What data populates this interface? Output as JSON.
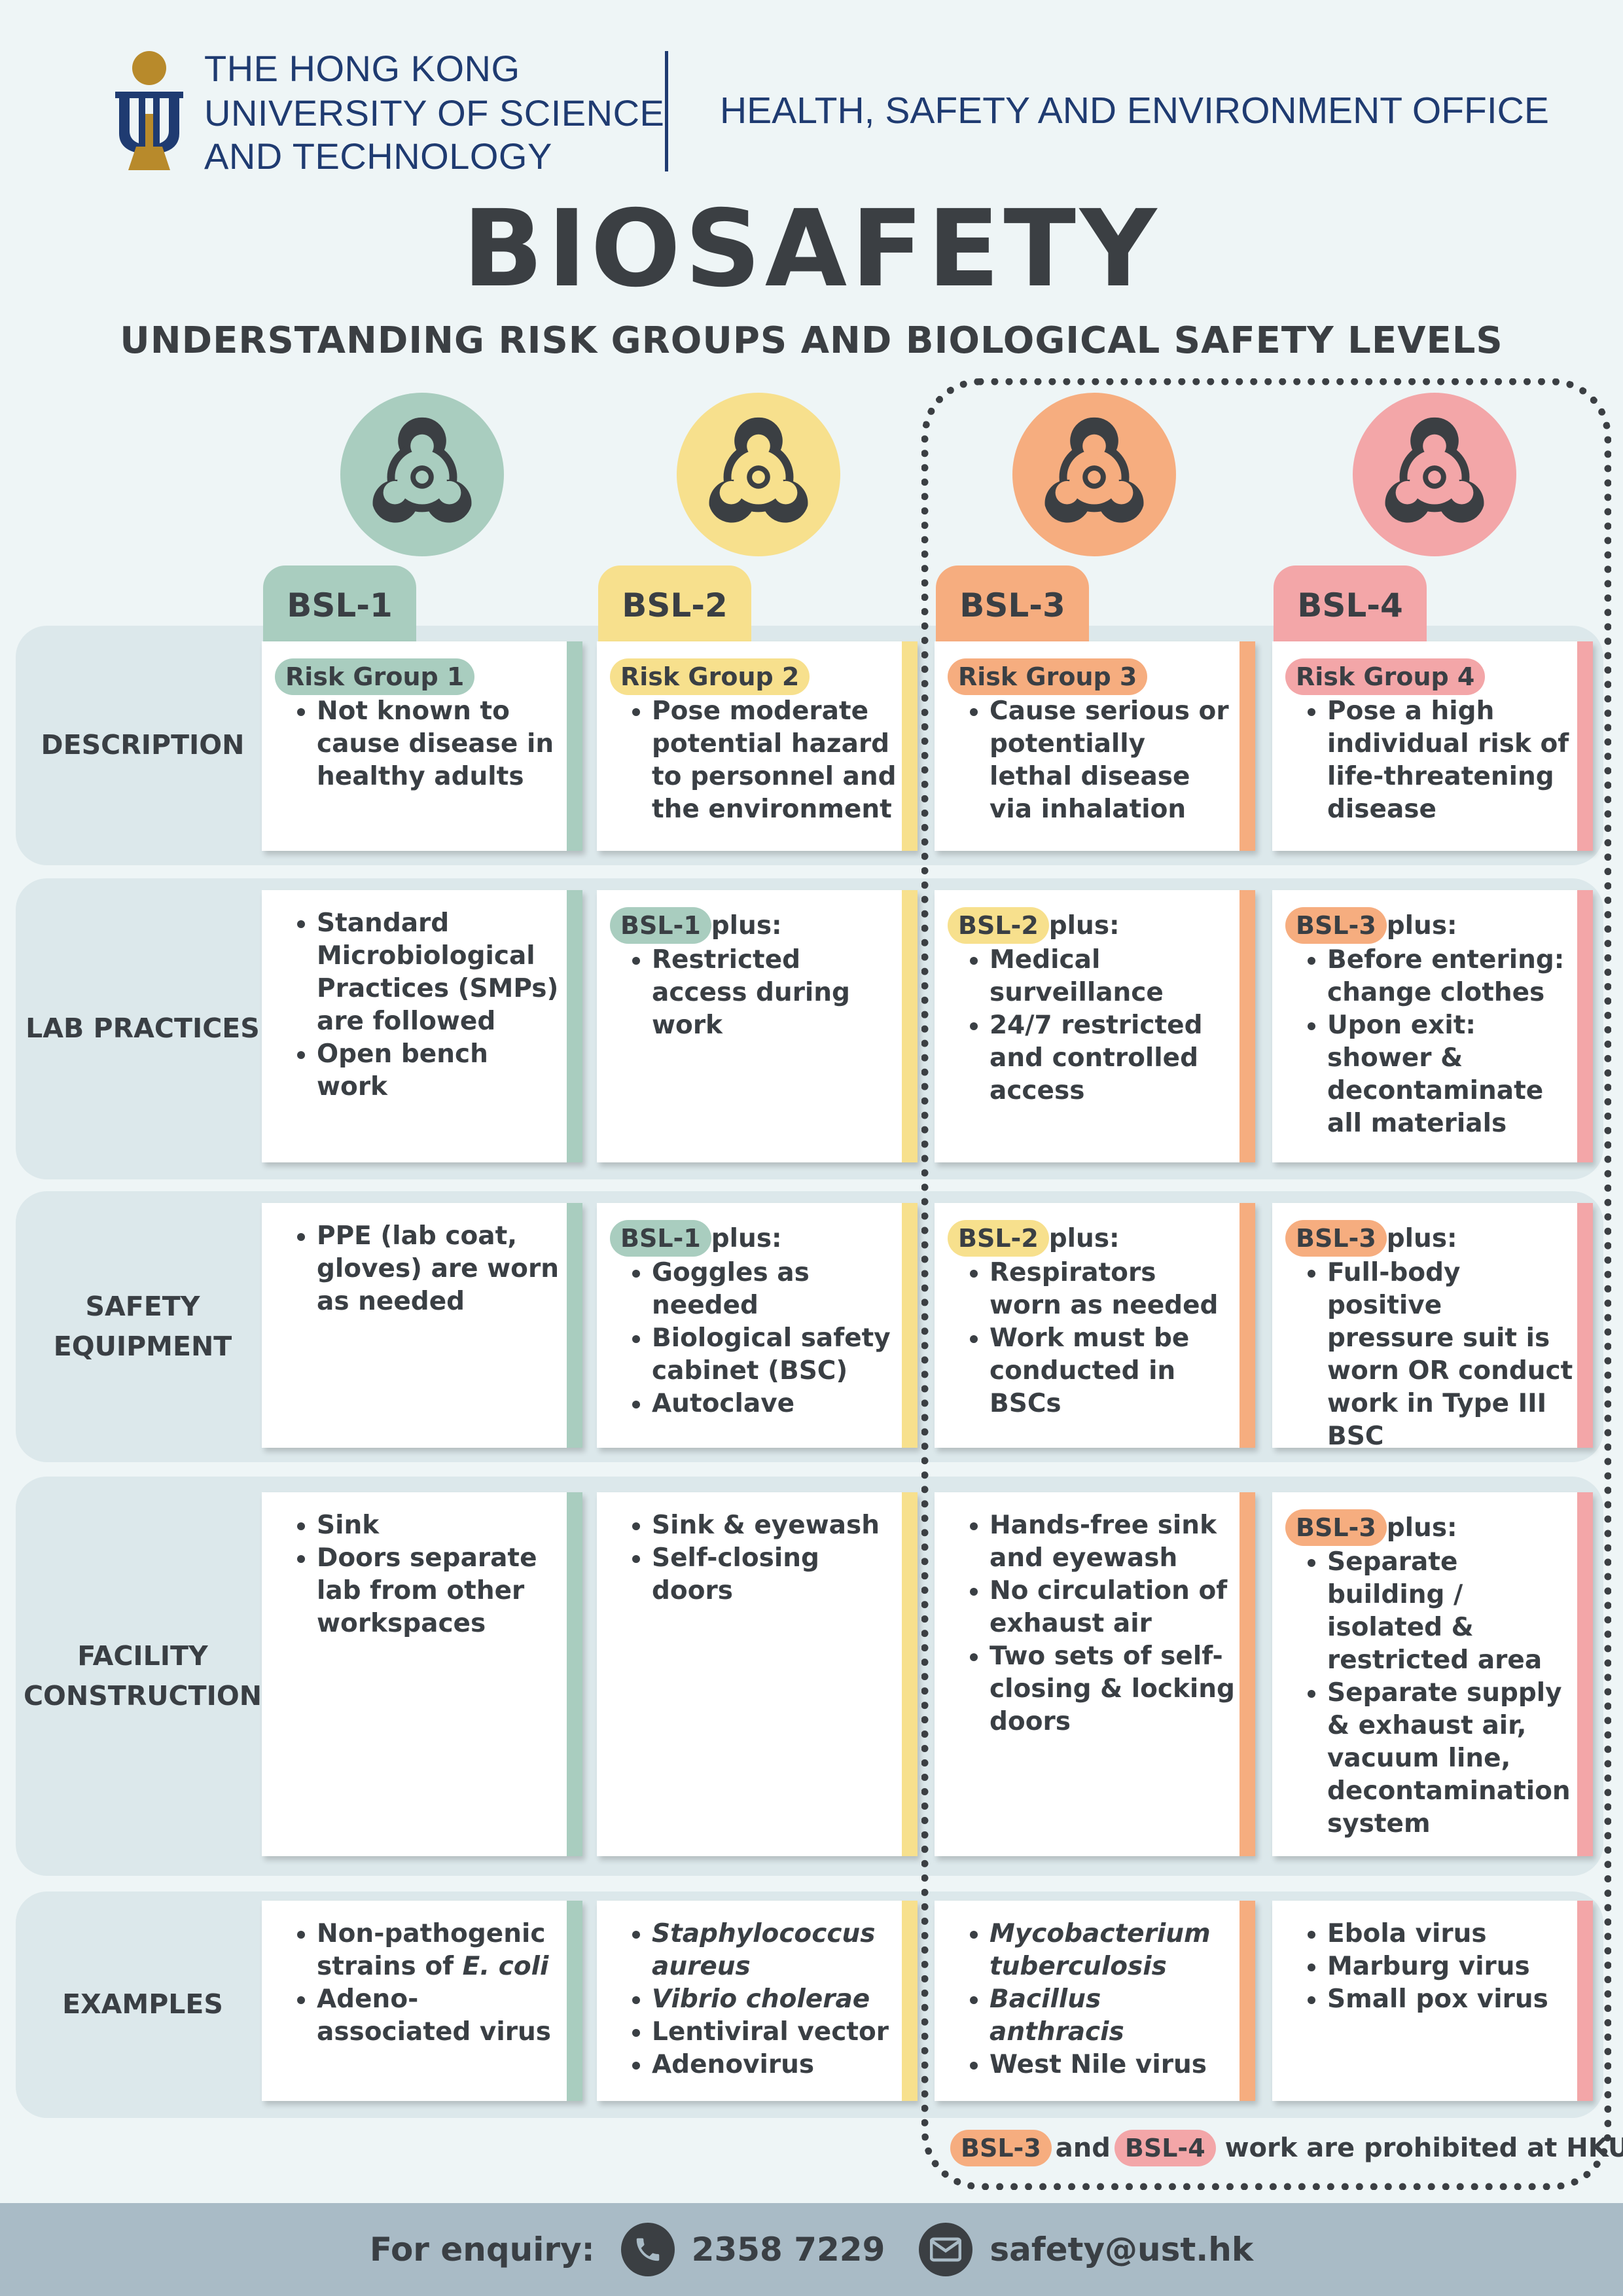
{
  "header": {
    "university_lines": [
      "THE HONG KONG",
      "UNIVERSITY OF SCIENCE",
      "AND TECHNOLOGY"
    ],
    "office": "HEALTH, SAFETY AND ENVIRONMENT OFFICE",
    "title": "BIOSAFETY",
    "subtitle": "UNDERSTANDING RISK GROUPS AND BIOLOGICAL SAFETY LEVELS"
  },
  "colors": {
    "bsl1": "#a9cdbf",
    "bsl2": "#f7e08d",
    "bsl3": "#f6ad7f",
    "bsl4": "#f3a6a8",
    "logo_blue": "#1f3b71",
    "logo_gold": "#b88a2b"
  },
  "icons": {
    "hazard": "biohazard-icon",
    "phone": "phone-icon",
    "email": "envelope-icon"
  },
  "levels": [
    "BSL-1",
    "BSL-2",
    "BSL-3",
    "BSL-4"
  ],
  "rows": [
    {
      "label": "DESCRIPTION",
      "cells": [
        {
          "pill": "Risk Group 1",
          "items": [
            {
              "t": "Not known to cause disease in healthy adults"
            }
          ]
        },
        {
          "pill": "Risk Group 2",
          "items": [
            {
              "t": "Pose moderate potential hazard to personnel and the environment"
            }
          ]
        },
        {
          "pill": "Risk Group 3",
          "items": [
            {
              "t": "Cause serious or potentially lethal disease via inhalation"
            }
          ]
        },
        {
          "pill": "Risk Group 4",
          "items": [
            {
              "t": "Pose a high individual risk of life-threatening disease"
            }
          ]
        }
      ]
    },
    {
      "label": "LAB PRACTICES",
      "cells": [
        {
          "items": [
            {
              "t": "Standard Microbiological Practices (SMPs) are followed"
            },
            {
              "t": "Open bench work"
            }
          ]
        },
        {
          "pill": "BSL-1",
          "plus": "plus:",
          "items": [
            {
              "t": "Restricted access during work"
            }
          ]
        },
        {
          "pill": "BSL-2",
          "plus": "plus:",
          "items": [
            {
              "t": "Medical surveillance"
            },
            {
              "t": "24/7 restricted and controlled access"
            }
          ]
        },
        {
          "pill": "BSL-3",
          "plus": "plus:",
          "items": [
            {
              "t": "Before entering: change clothes"
            },
            {
              "t": "Upon exit: shower & decontaminate all materials"
            }
          ]
        }
      ]
    },
    {
      "label": "SAFETY\nEQUIPMENT",
      "cells": [
        {
          "items": [
            {
              "t": "PPE (lab coat, gloves) are worn as needed"
            }
          ]
        },
        {
          "pill": "BSL-1",
          "plus": "plus:",
          "items": [
            {
              "t": "Goggles as needed"
            },
            {
              "t": "Biological safety cabinet (BSC)"
            },
            {
              "t": "Autoclave"
            }
          ]
        },
        {
          "pill": "BSL-2",
          "plus": "plus:",
          "items": [
            {
              "t": "Respirators worn as needed"
            },
            {
              "t": "Work must be conducted in BSCs"
            }
          ]
        },
        {
          "pill": "BSL-3",
          "plus": "plus:",
          "items": [
            {
              "t": "Full-body positive pressure suit is worn OR conduct work in Type III BSC"
            }
          ]
        }
      ]
    },
    {
      "label": "FACILITY\nCONSTRUCTION",
      "cells": [
        {
          "items": [
            {
              "t": "Sink"
            },
            {
              "t": "Doors separate lab from other workspaces"
            }
          ]
        },
        {
          "items": [
            {
              "t": "Sink & eyewash"
            },
            {
              "t": "Self-closing doors"
            }
          ]
        },
        {
          "items": [
            {
              "t": "Hands-free sink and eyewash"
            },
            {
              "t": "No circulation of exhaust air"
            },
            {
              "t": "Two sets of self-closing & locking doors"
            }
          ]
        },
        {
          "pill": "BSL-3",
          "plus": "plus:",
          "items": [
            {
              "t": "Separate building / isolated & restricted area"
            },
            {
              "t": "Separate supply & exhaust air, vacuum line, decontamination system"
            }
          ]
        }
      ]
    },
    {
      "label": "EXAMPLES",
      "cells": [
        {
          "items": [
            {
              "t": "Non-pathogenic strains of ",
              "em": "E. coli"
            },
            {
              "t": "Adeno-associated virus"
            }
          ]
        },
        {
          "items": [
            {
              "t": "Staphylococcus aureus",
              "italic": true
            },
            {
              "t": "Vibrio cholerae",
              "italic": true
            },
            {
              "t": "Lentiviral vector"
            },
            {
              "t": "Adenovirus"
            }
          ]
        },
        {
          "items": [
            {
              "t": "Mycobacterium tuberculosis",
              "italic": true
            },
            {
              "t": "Bacillus anthracis",
              "italic": true
            },
            {
              "t": "West Nile virus"
            }
          ]
        },
        {
          "items": [
            {
              "t": "Ebola virus"
            },
            {
              "t": "Marburg virus"
            },
            {
              "t": "Small pox virus"
            }
          ]
        }
      ]
    }
  ],
  "note": {
    "pill_a": "BSL-3",
    "and": "and",
    "pill_b": "BSL-4",
    "text": "work are prohibited at HKUST"
  },
  "footer": {
    "label": "For enquiry:",
    "phone": "2358 7229",
    "email": "safety@ust.hk"
  }
}
